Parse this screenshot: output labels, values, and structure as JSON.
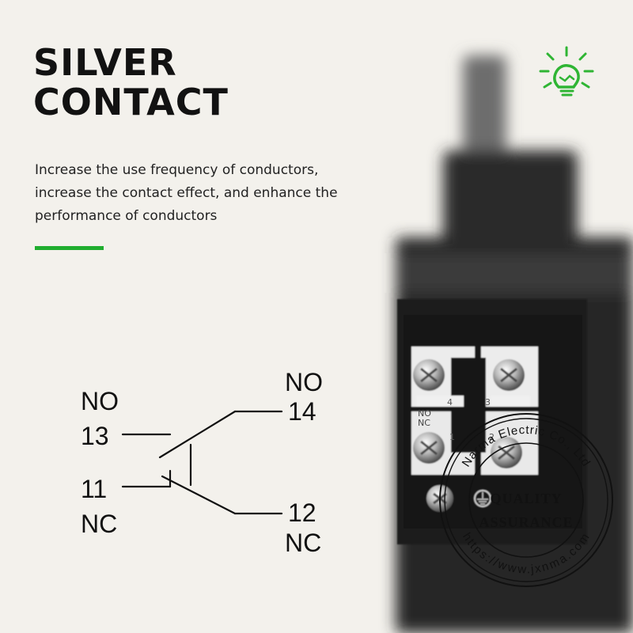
{
  "heading": {
    "line1": "SILVER",
    "line2": "CONTACT"
  },
  "description": {
    "line1": "Increase the use frequency of conductors,",
    "line2": "increase the contact effect, and enhance the",
    "line3": "performance of conductors"
  },
  "colors": {
    "accent": "#1fad2f",
    "heading": "#121212",
    "background": "#f3f1ec",
    "logo": "#2fb534"
  },
  "logo": {
    "icon": "lightbulb-icon"
  },
  "diagram": {
    "no_left": "NO",
    "terminal_13": "13",
    "terminal_11": "11",
    "nc_left": "NC",
    "no_right": "NO",
    "terminal_14": "14",
    "terminal_12": "12",
    "nc_right": "NC"
  },
  "photo": {
    "terminal_labels": [
      "4",
      "3",
      "1",
      "2"
    ],
    "no_tag": "NO",
    "nc_tag": "NC"
  },
  "seal": {
    "top_text": "Narma Electric Co., Ltd",
    "bottom_text": "https://www.jxnma.com",
    "line1": "QUALITY",
    "line2": "ASSURANCE"
  }
}
